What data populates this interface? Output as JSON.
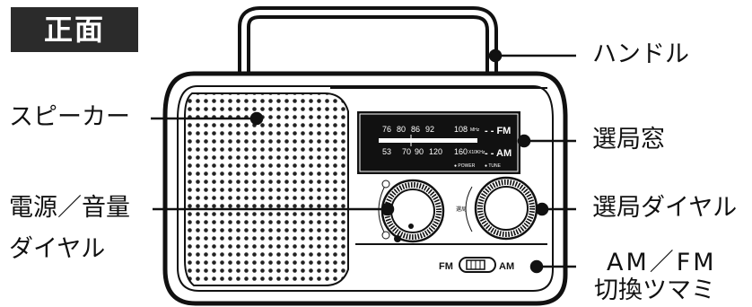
{
  "title_badge": "正面",
  "labels": {
    "handle": "ハンドル",
    "speaker": "スピーカー",
    "tuning_window": "選局窓",
    "power_volume_line1": "電源／音量",
    "power_volume_line2": "ダイヤル",
    "tuning_dial": "選局ダイヤル",
    "switch_line1": "AM／FM",
    "switch_line2": "切換ツマミ"
  },
  "radio": {
    "fm_scale": [
      "76",
      "80",
      "86",
      "92",
      "108"
    ],
    "fm_unit": "MHz",
    "fm_band": "- - FM",
    "am_scale": [
      "53",
      "70",
      "90",
      "120",
      "160"
    ],
    "am_unit": "X10KHz",
    "am_band": "- - AM",
    "power_indicator": "● POWER",
    "tune_indicator": "● TUNE",
    "dial_label": "選局",
    "switch_left": "FM",
    "switch_right": "AM"
  }
}
